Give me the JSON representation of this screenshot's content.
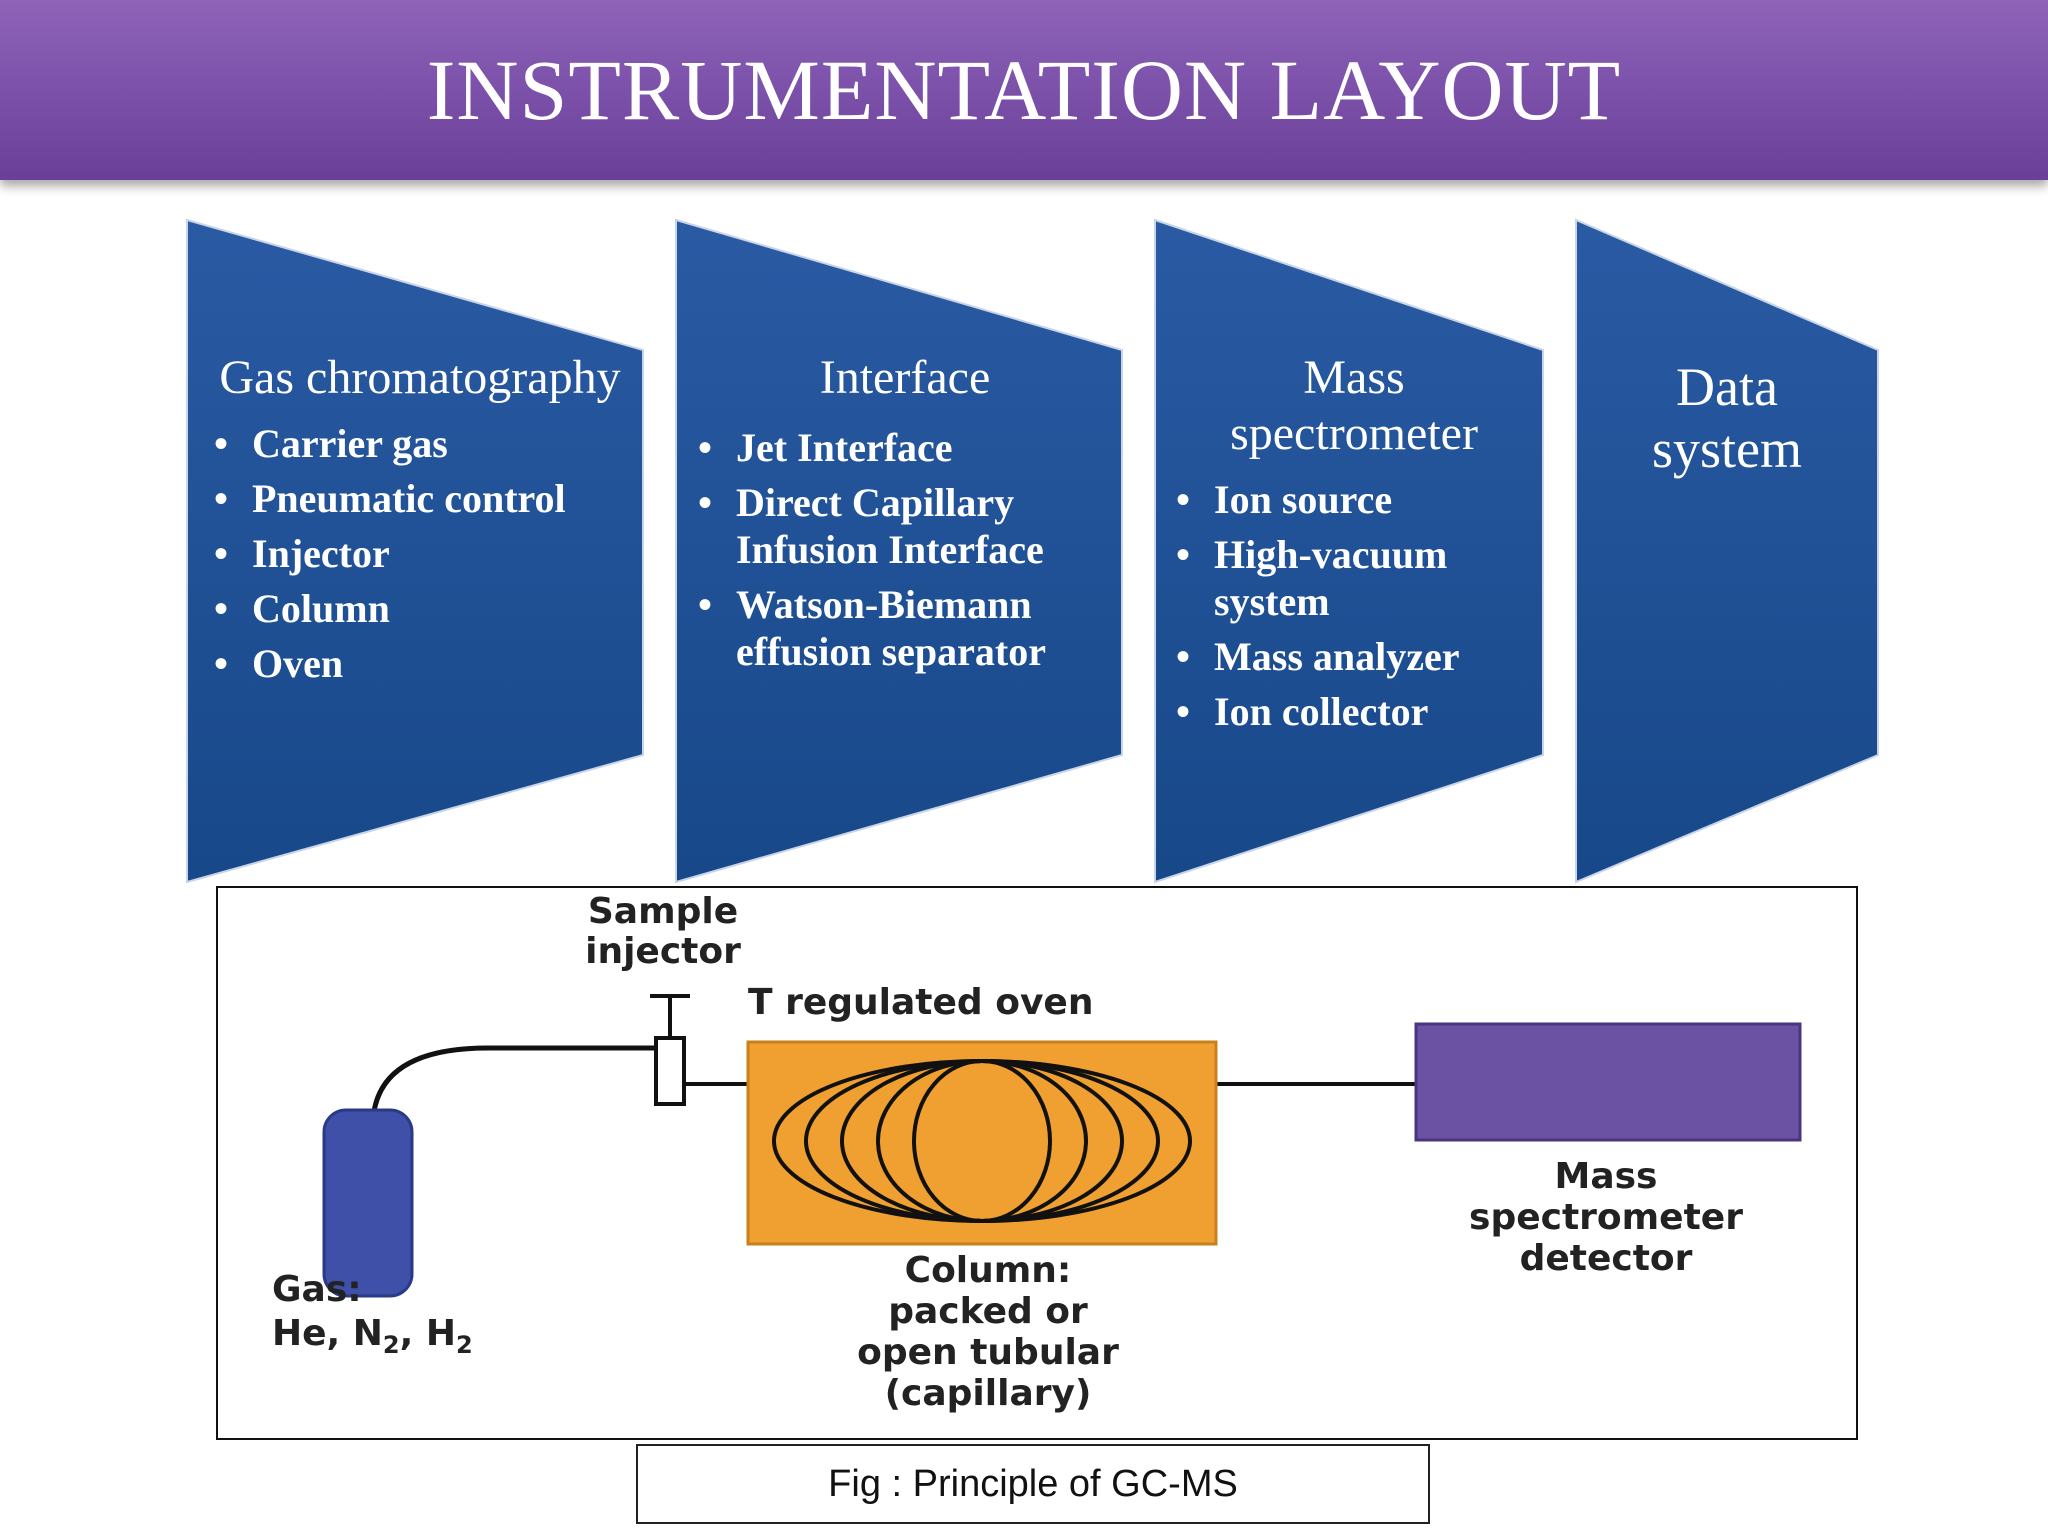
{
  "title": "INSTRUMENTATION LAYOUT",
  "colors": {
    "title_bar": "#7b52ab",
    "chevron": "#1e4f97",
    "oven": "#f0a030",
    "detector": "#6b52a3",
    "cylinder": "#3e50a8"
  },
  "stages": [
    {
      "title": "Gas chromatography",
      "items": [
        "Carrier gas",
        "Pneumatic control",
        "Injector",
        "Column",
        "Oven"
      ]
    },
    {
      "title": "Interface",
      "items": [
        "Jet Interface",
        "Direct Capillary Infusion Interface",
        "Watson-Biemann effusion separator"
      ]
    },
    {
      "title": "Mass spectrometer",
      "items": [
        "Ion source",
        "High-vacuum system",
        "Mass analyzer",
        "Ion collector"
      ]
    },
    {
      "title": "Data system",
      "items": []
    }
  ],
  "figure": {
    "sample_injector": "Sample injector",
    "oven_label": "T regulated oven",
    "gas_label": "Gas:",
    "gas_types": [
      "He",
      "N",
      "2",
      "H",
      "2"
    ],
    "column_label": [
      "Column:",
      "packed or",
      "open tubular",
      "(capillary)"
    ],
    "detector_label": [
      "Mass",
      "spectrometer",
      "detector"
    ],
    "caption": "Fig : Principle of GC-MS"
  }
}
